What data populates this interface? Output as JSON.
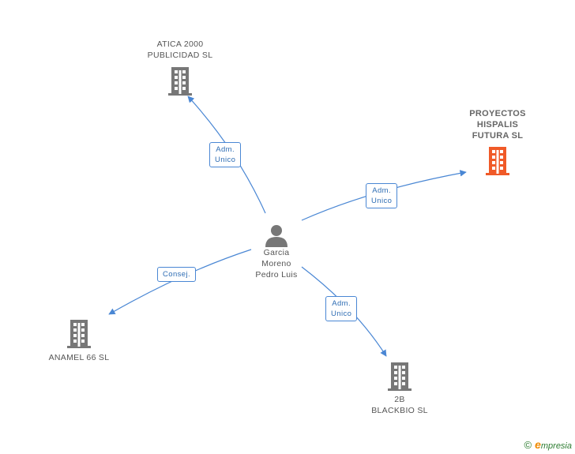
{
  "colors": {
    "edge": "#4a87d4",
    "company_icon": "#777777",
    "highlight_icon": "#f05a28",
    "person_icon": "#777777"
  },
  "nodes": {
    "center": {
      "icon": "person-icon",
      "lines": [
        "Garcia",
        "Moreno",
        "Pedro Luis"
      ]
    },
    "atica": {
      "icon": "building-icon",
      "lines": [
        "ATICA 2000",
        "PUBLICIDAD SL"
      ]
    },
    "proyectos": {
      "icon": "building-icon",
      "lines": [
        "PROYECTOS",
        "HISPALIS",
        "FUTURA SL"
      ]
    },
    "anamel": {
      "icon": "building-icon",
      "lines": [
        "ANAMEL 66  SL"
      ]
    },
    "blackbio": {
      "icon": "building-icon",
      "lines": [
        "2B",
        "BLACKBIO SL"
      ]
    }
  },
  "edges": {
    "atica": {
      "lines": [
        "Adm.",
        "Unico"
      ]
    },
    "proyectos": {
      "lines": [
        "Adm.",
        "Unico"
      ]
    },
    "anamel": {
      "lines": [
        "Consej."
      ]
    },
    "blackbio": {
      "lines": [
        "Adm.",
        "Unico"
      ]
    }
  },
  "brand": {
    "copyright": "©",
    "e": "e",
    "rest": "mpresia"
  }
}
